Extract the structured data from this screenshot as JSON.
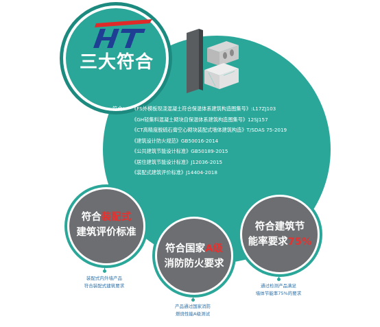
{
  "logo": {
    "letters": "HT",
    "title": "三大符合"
  },
  "standards": {
    "lead": "符合：",
    "items": [
      "《FS外模板现浇混凝土符合保温体系建筑构造图集号》:L17ZJ103",
      "《GH轻集料混凝土砌块自保温体系建筑构造图集号》12SJ157",
      "《CT高精度脱硫石膏空心砌块装配式墙体建筑构造》T/SDAS 75-2019",
      "《建筑设计防火规范》GB50016-2014",
      "《公共建筑节能设计标准》GB50189-2015",
      "《居住建筑节能设计标准》J12036-2015",
      "《装配式建筑评价标准》J14404-2018"
    ]
  },
  "circles": {
    "prefab": {
      "prefix": "符合",
      "highlight": "装配式",
      "line2": "建筑评价标准"
    },
    "fire": {
      "prefix": "符合国家",
      "highlight": "A级",
      "line2": "消防防火要求"
    },
    "energy": {
      "line1": "符合建筑节",
      "prefix": "能率要求",
      "highlight": "75%"
    }
  },
  "captions": {
    "prefab": [
      "装配式内外墙产品",
      "符合装配式建筑要求"
    ],
    "fire": [
      "产品通过国家消防",
      "燃烧性能A级测试"
    ],
    "energy": [
      "通过检测产品满足",
      "墙体节能率75%的要求"
    ]
  },
  "colors": {
    "teal": "#2ba79a",
    "gray": "#6c6e71",
    "red": "#e8302e",
    "logo_blue": "#1f3f95",
    "logo_red": "#e02a2a"
  }
}
